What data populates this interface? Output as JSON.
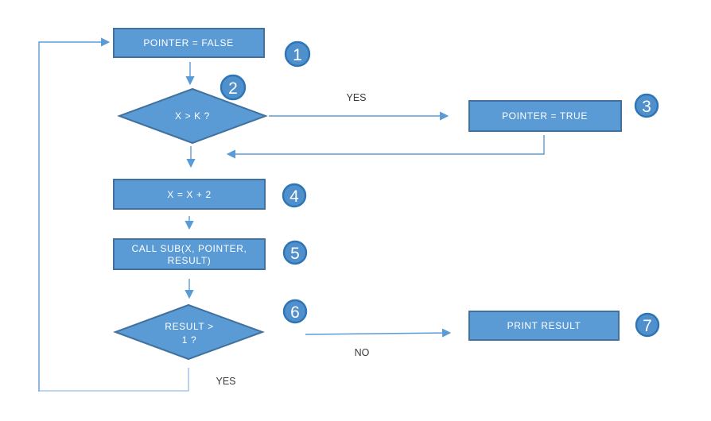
{
  "diagram": {
    "colors": {
      "shape_fill": "#5B9BD5",
      "shape_border": "#41719C",
      "shape_text": "#FFFFFF",
      "connector": "#5B9BD5",
      "connector_light": "#A9C7E8",
      "badge_fill": "#4E8FCC",
      "badge_border": "#2E75B6",
      "label_text": "#3A3A3A"
    },
    "nodes": {
      "pointer_false": {
        "label": "POINTER = FALSE",
        "step": "1",
        "type": "process"
      },
      "x_gt_k": {
        "label": "X > K ?",
        "step": "2",
        "type": "decision"
      },
      "pointer_true": {
        "label": "POINTER = TRUE",
        "step": "3",
        "type": "process"
      },
      "x_plus_2": {
        "label": "X = X + 2",
        "step": "4",
        "type": "process"
      },
      "call_sub": {
        "line1": "CALL SUB(X, POINTER,",
        "line2": "RESULT)",
        "step": "5",
        "type": "process"
      },
      "result_gt_1": {
        "line1": "RESULT >",
        "line2": "1 ?",
        "step": "6",
        "type": "decision"
      },
      "print_result": {
        "label": "PRINT RESULT",
        "step": "7",
        "type": "process"
      }
    },
    "edge_labels": {
      "yes_top": "YES",
      "no_bottom": "NO",
      "yes_loop": "YES"
    }
  }
}
